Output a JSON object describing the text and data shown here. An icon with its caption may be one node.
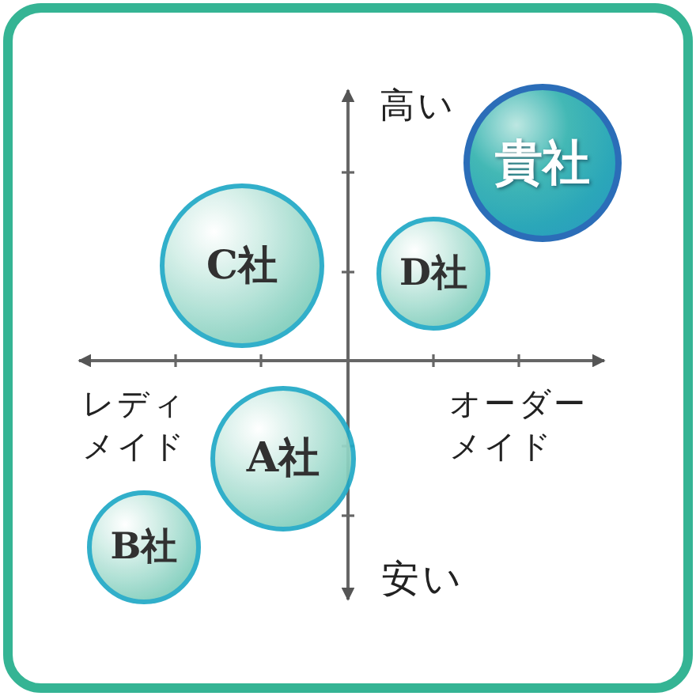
{
  "diagram": {
    "nodes": [
      {
        "text": [
          "貴社"
        ]
      },
      {
        "text": [
          "C社"
        ]
      },
      {
        "text": [
          "D社"
        ]
      },
      {
        "text": [
          "A社"
        ]
      },
      {
        "text": [
          "B社"
        ]
      }
    ],
    "labels": [
      "高い",
      "レディメイド",
      "オーダーメイド",
      "安い"
    ]
  }
}
